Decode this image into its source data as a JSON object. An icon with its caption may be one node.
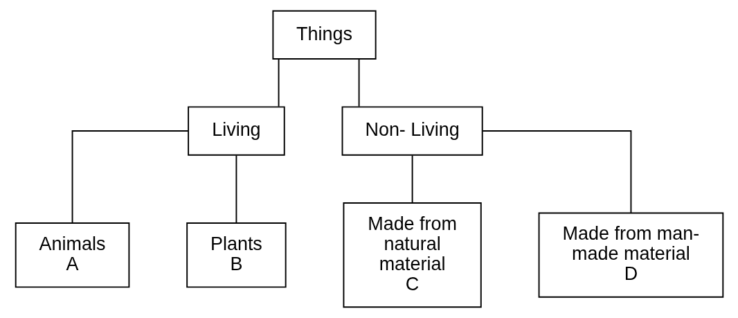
{
  "diagram": {
    "nodes": [
      {
        "text": [
          "Things"
        ]
      },
      {
        "text": [
          "Living"
        ]
      },
      {
        "text": [
          "Non- Living"
        ]
      },
      {
        "text": [
          "Animals",
          "A"
        ]
      },
      {
        "text": [
          "Plants",
          "B"
        ]
      },
      {
        "text": [
          "Made from natural material",
          "C"
        ]
      },
      {
        "text": [
          "Made from man- made material",
          "D"
        ]
      }
    ],
    "edges": [
      {
        "from": 0,
        "to": 1,
        "arrow": "none"
      },
      {
        "from": 0,
        "to": 2,
        "arrow": "none"
      },
      {
        "from": 1,
        "to": 3,
        "arrow": "none"
      },
      {
        "from": 1,
        "to": 4,
        "arrow": "none"
      },
      {
        "from": 2,
        "to": 5,
        "arrow": "none"
      },
      {
        "from": 2,
        "to": 6,
        "arrow": "none"
      }
    ]
  }
}
